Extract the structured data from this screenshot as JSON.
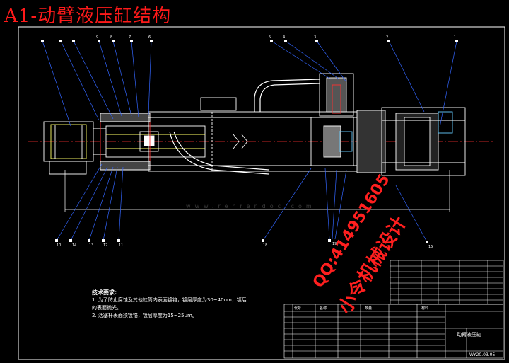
{
  "drawing": {
    "title": "A1-动臂液压缸结构",
    "watermark_qq": "QQ:414951605",
    "watermark_cn": "小令机械设计",
    "site_watermark": "www.renrendoc.com",
    "tech_notes": {
      "heading": "技术要求:",
      "lines": [
        "1. 为了防止腐蚀及其他缸筒内表面镀铬，镀层厚度为30~40um，镀后",
        "   的表面抛光。",
        "2. 活塞杆表面须镀铬，镀层厚度为15~25um。"
      ]
    },
    "part_numbers_top": [
      "9",
      "8",
      "7",
      "6",
      "5",
      "4",
      "3",
      "2",
      "1"
    ],
    "part_numbers_bottom": [
      "14",
      "13",
      "12",
      "11",
      "10",
      "18",
      "19",
      "15"
    ],
    "title_block": {
      "drawing_name": "动臂液压缸",
      "drawing_code": "WY20.03.05",
      "header_cols": [
        "代号",
        "名称",
        "数量",
        "材料"
      ]
    }
  }
}
